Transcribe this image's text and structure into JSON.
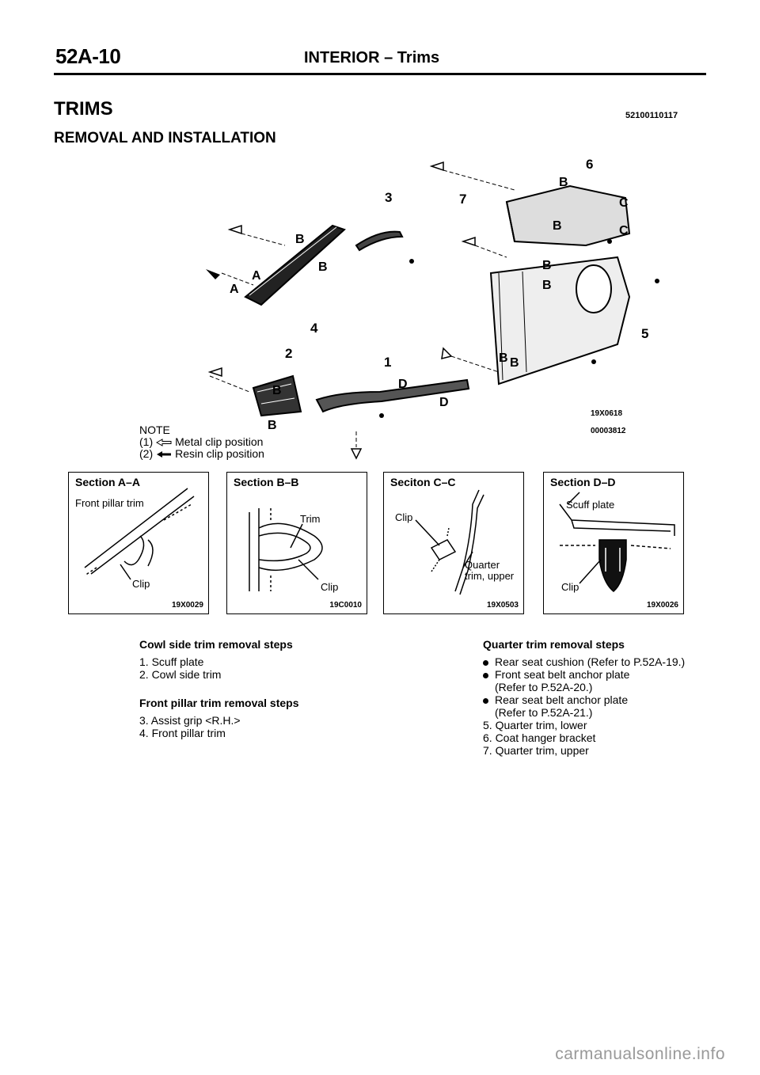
{
  "header": {
    "page_number": "52A-10",
    "title": "INTERIOR – Trims"
  },
  "section": {
    "title": "TRIMS",
    "subtitle": "REMOVAL AND INSTALLATION",
    "code": "52100110117"
  },
  "diagram": {
    "callouts": [
      "1",
      "2",
      "3",
      "4",
      "5",
      "6",
      "7"
    ],
    "letters": [
      "A",
      "B",
      "C",
      "D"
    ],
    "code1": "19X0618",
    "code2": "00003812"
  },
  "note": {
    "title": "NOTE",
    "item1_num": "(1)",
    "item1_text": "Metal clip position",
    "item2_num": "(2)",
    "item2_text": "Resin clip position"
  },
  "panels": [
    {
      "title": "Section A–A",
      "label1": "Front pillar trim",
      "label2": "Clip",
      "code": "19X0029"
    },
    {
      "title": "Section B–B",
      "label1": "Trim",
      "label2": "Clip",
      "code": "19C0010"
    },
    {
      "title": "Seciton C–C",
      "label1": "Clip",
      "label2": "Quarter",
      "label3": "trim, upper",
      "code": "19X0503"
    },
    {
      "title": "Section D–D",
      "label1": "Scuff plate",
      "label2": "Clip",
      "code": "19X0026"
    }
  ],
  "cowl_steps": {
    "heading": "Cowl side trim removal steps",
    "items": [
      "1. Scuff plate",
      "2. Cowl side trim"
    ]
  },
  "pillar_steps": {
    "heading": "Front pillar trim removal steps",
    "items": [
      "3. Assist grip <R.H.>",
      "4. Front pillar trim"
    ]
  },
  "quarter_steps": {
    "heading": "Quarter trim removal steps",
    "bullets": [
      "Rear seat cushion (Refer to P.52A-19.)",
      "Front seat belt anchor plate",
      "(Refer to P.52A-20.)",
      "Rear seat belt anchor plate",
      "(Refer to P.52A-21.)"
    ],
    "items": [
      "5. Quarter trim, lower",
      "6. Coat hanger bracket",
      "7. Quarter trim, upper"
    ]
  },
  "watermark": "carmanualsonline.info"
}
